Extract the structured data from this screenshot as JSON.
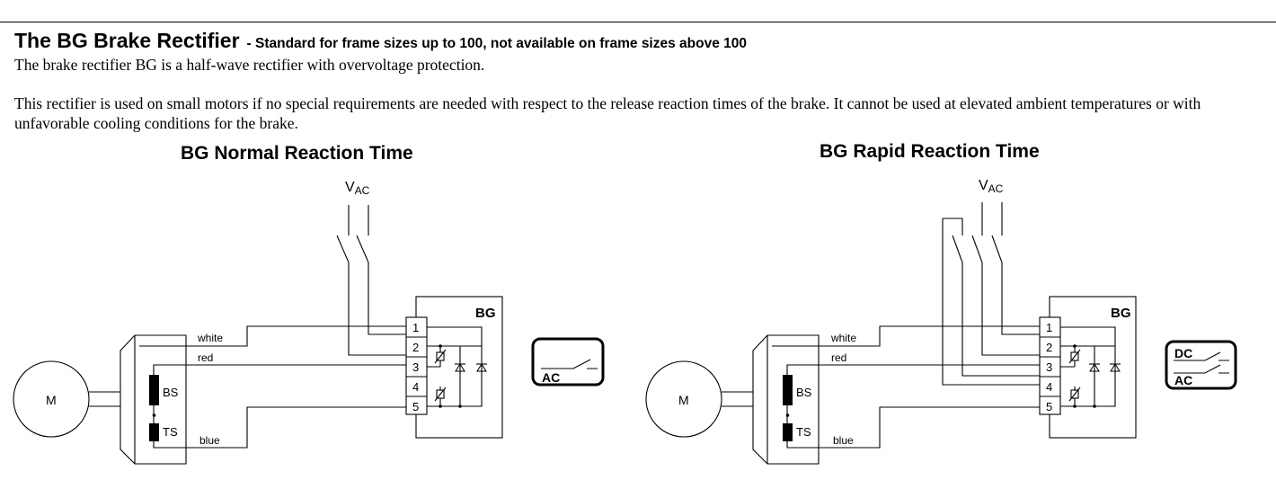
{
  "heading": {
    "main": "The BG Brake Rectifier",
    "sub": "- Standard for frame sizes up to 100, not available on frame sizes above 100"
  },
  "paragraphs": {
    "p1": "The brake rectifier BG is a half-wave rectifier with overvoltage protection.",
    "p2": "This rectifier is used on small motors if no special requirements are needed with respect to the release reaction times of the brake. It cannot be used at elevated ambient temperatures or with unfavorable cooling conditions for the brake."
  },
  "diagrams": {
    "normal": {
      "title": "BG Normal Reaction Time",
      "vac_v": "V",
      "vac_sub": "AC",
      "rectifier_label": "BG",
      "terminals": [
        "1",
        "2",
        "3",
        "4",
        "5"
      ],
      "wire_labels": {
        "white": "white",
        "red": "red",
        "blue": "blue"
      },
      "motor": "M",
      "brake_coil": "BS",
      "thermal": "TS",
      "switch_symbol": [
        "AC"
      ]
    },
    "rapid": {
      "title": "BG Rapid Reaction Time",
      "vac_v": "V",
      "vac_sub": "AC",
      "rectifier_label": "BG",
      "terminals": [
        "1",
        "2",
        "3",
        "4",
        "5"
      ],
      "wire_labels": {
        "white": "white",
        "red": "red",
        "blue": "blue"
      },
      "motor": "M",
      "brake_coil": "BS",
      "thermal": "TS",
      "switch_symbol": [
        "DC",
        "AC"
      ]
    }
  }
}
